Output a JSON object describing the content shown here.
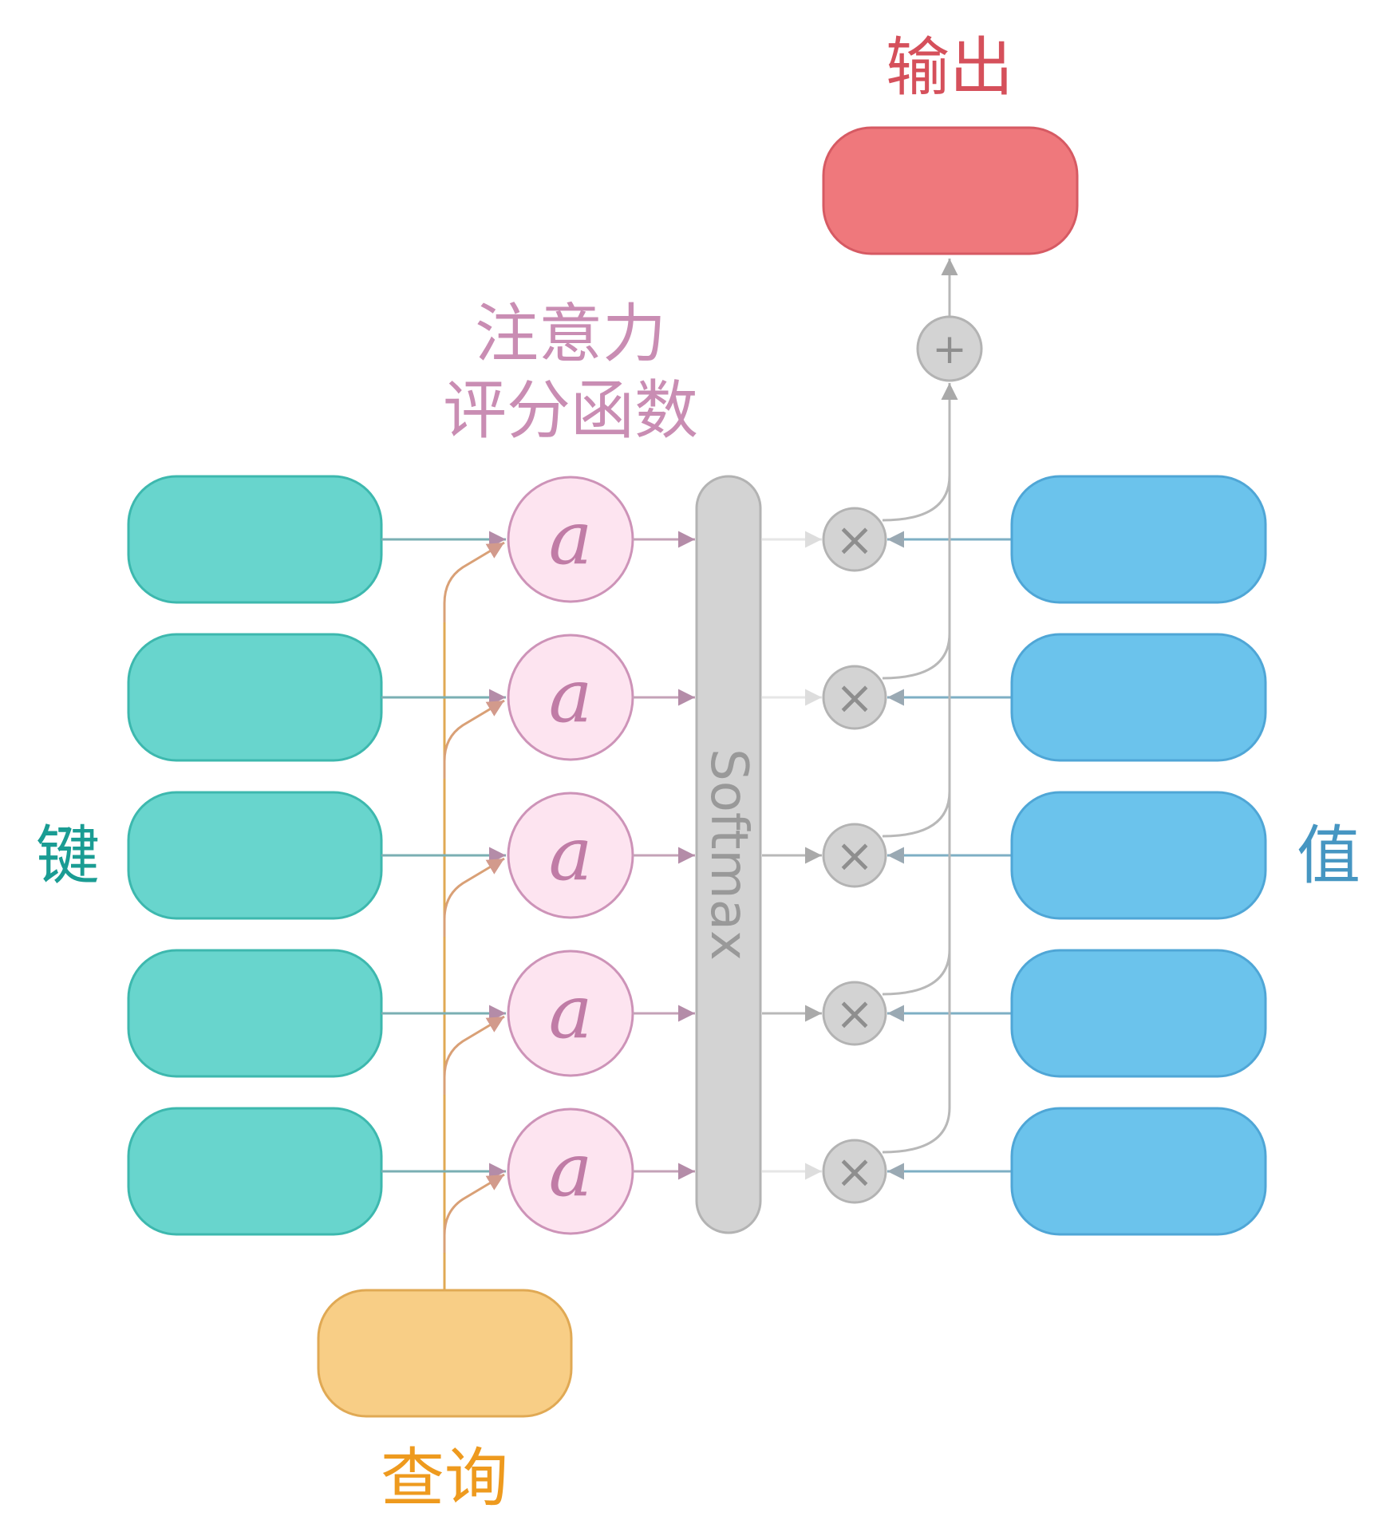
{
  "labels": {
    "output": "输出",
    "attention_line1": "注意力",
    "attention_line2": "评分函数",
    "keys": "键",
    "values": "值",
    "query": "查询",
    "softmax": "Softmax",
    "score_symbol": "a",
    "multiply_symbol": "×",
    "sum_symbol": "+"
  },
  "rows": [
    {
      "key": "",
      "score": "a",
      "value": ""
    },
    {
      "key": "",
      "score": "a",
      "value": ""
    },
    {
      "key": "",
      "score": "a",
      "value": ""
    },
    {
      "key": "",
      "score": "a",
      "value": ""
    },
    {
      "key": "",
      "score": "a",
      "value": ""
    }
  ],
  "colors": {
    "key_fill": "#68D5CD",
    "key_stroke": "#3DB8AE",
    "value_fill": "#6BC3EC",
    "value_stroke": "#4FA6D6",
    "query_fill": "#F8CE86",
    "query_stroke": "#E0A954",
    "output_fill": "#EF787C",
    "output_stroke": "#D65A63",
    "score_fill": "#FDE4F0",
    "score_stroke": "#CD93B8",
    "gray_fill": "#D3D3D3",
    "gray_stroke": "#B3B3B3",
    "label_key": "#1A9C93",
    "label_value": "#4696C2",
    "label_query": "#EE9A1E",
    "label_output": "#D5505B",
    "label_attention": "#C98DB3"
  }
}
